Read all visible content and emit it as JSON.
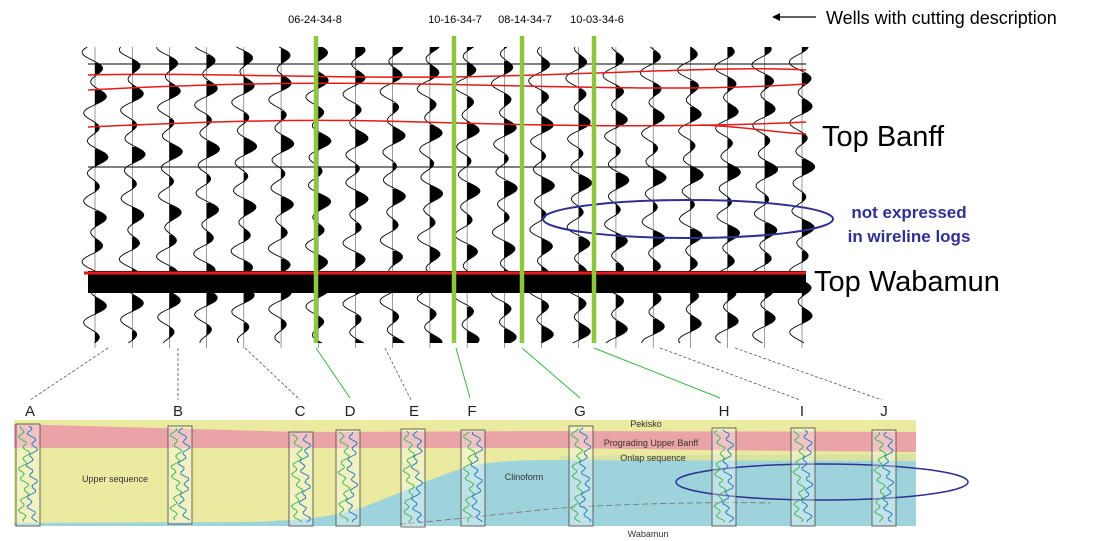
{
  "wells": [
    "06-24-34-8",
    "10-16-34-7",
    "08-14-34-7",
    "10-03-34-6"
  ],
  "legend_text": "Wells with cutting description",
  "horizons": {
    "top": "Top Banff",
    "bottom": "Top Wabamun"
  },
  "annotation": {
    "line1": "not expressed",
    "line2": "in wireline logs"
  },
  "columns": [
    "A",
    "B",
    "C",
    "D",
    "E",
    "F",
    "G",
    "H",
    "I",
    "J"
  ],
  "units": {
    "pekisko": "Pekisko",
    "prograding": "Prograding Upper Banff",
    "onlap": "Onlap sequence",
    "upper": "Upper sequence",
    "clinoform": "Clinoform",
    "wabamun": "Wabamun"
  },
  "colors": {
    "well_marker": "#8dc63f",
    "horizon_red": "#e41a1c",
    "annotation_blue": "#2e3192",
    "pekisko_pink": "#eaa3a6",
    "upper_yellow": "#eaeaa0",
    "clinoform_blue": "#9fd3dc",
    "gamma_green": "#39b54a",
    "gamma_blue": "#1c75bc"
  }
}
